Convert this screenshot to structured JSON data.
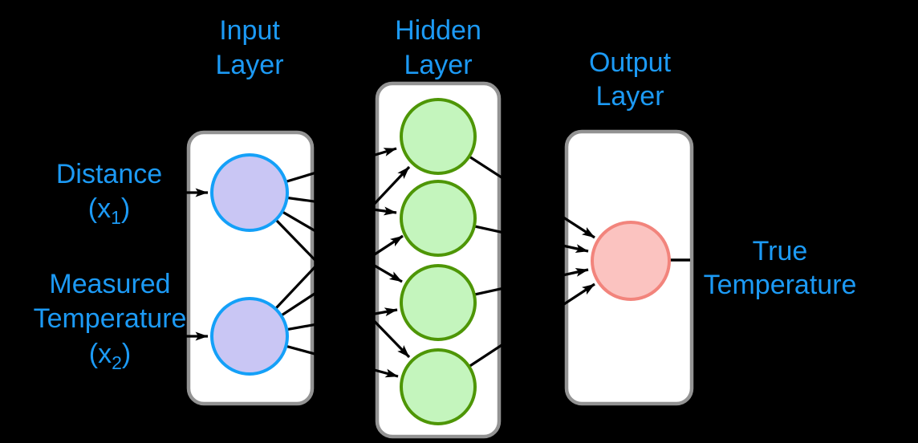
{
  "colors": {
    "background": "#000000",
    "label_text": "#1C9AF5",
    "box_fill": "#FFFFFF",
    "box_stroke": "#939393",
    "input_node_fill": "#C9C6F4",
    "input_node_stroke": "#14A0F8",
    "hidden_node_fill": "#C4F5BD",
    "hidden_node_stroke": "#4E9606",
    "output_node_fill": "#FBC3C0",
    "output_node_stroke": "#F2847C",
    "edge_color": "#000000"
  },
  "layers": {
    "input": {
      "line1": "Input",
      "line2": "Layer",
      "node_count": 2
    },
    "hidden": {
      "line1": "Hidden",
      "line2": "Layer",
      "node_count": 4
    },
    "output": {
      "line1": "Output",
      "line2": "Layer",
      "node_count": 1
    }
  },
  "input_labels": [
    {
      "line1": "Distance",
      "sub_open": "(x",
      "sub_digit": "1",
      "sub_close": ")"
    },
    {
      "line1": "Measured",
      "line2": "Temperature",
      "sub_open": "(x",
      "sub_digit": "2",
      "sub_close": ")"
    }
  ],
  "output_label": {
    "line1": "True",
    "line2": "Temperature"
  }
}
